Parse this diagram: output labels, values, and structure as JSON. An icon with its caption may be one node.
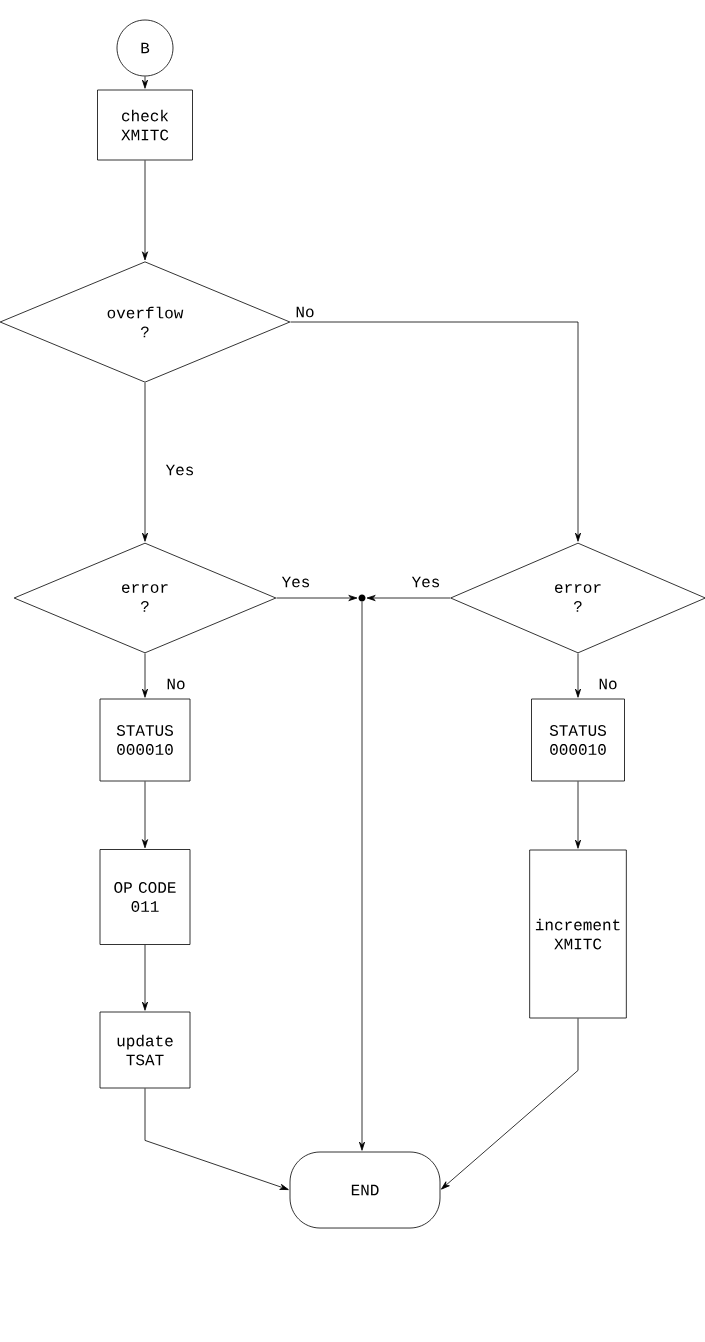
{
  "diagram": {
    "nodes": [
      {
        "text": [
          "B"
        ]
      },
      {
        "text": [
          "check XMITC"
        ]
      },
      {
        "text": [
          "overflow ?"
        ]
      },
      {
        "text": [
          "error ?"
        ]
      },
      {
        "text": [],
        "shape": "circle"
      },
      {
        "text": [
          "error ?"
        ]
      },
      {
        "text": [
          "STATUS 000010"
        ]
      },
      {
        "text": [
          "STATUS 000010"
        ]
      },
      {
        "text": [
          "OP CODE 011"
        ]
      },
      {
        "text": [
          "increment XMITC"
        ]
      },
      {
        "text": [
          "update TSAT"
        ]
      },
      {
        "text": [
          "END"
        ]
      }
    ],
    "edges": [
      {
        "from": 0,
        "to": 1,
        "arrow": "to"
      },
      {
        "from": 1,
        "to": 2,
        "arrow": "to"
      },
      {
        "from": 2,
        "to": 3,
        "arrow": "to",
        "label": "Yes"
      },
      {
        "from": 2,
        "to": 5,
        "arrow": "to",
        "label": "No"
      },
      {
        "from": 3,
        "to": 4,
        "arrow": "to",
        "label": "Yes"
      },
      {
        "from": 5,
        "to": 4,
        "arrow": "to",
        "label": "Yes"
      },
      {
        "from": 4,
        "to": 11,
        "arrow": "to"
      },
      {
        "from": 3,
        "to": 6,
        "arrow": "to",
        "label": "No"
      },
      {
        "from": 5,
        "to": 7,
        "arrow": "to",
        "label": "No"
      },
      {
        "from": 6,
        "to": 8,
        "arrow": "to"
      },
      {
        "from": 8,
        "to": 10,
        "arrow": "to"
      },
      {
        "from": 7,
        "to": 9,
        "arrow": "to"
      },
      {
        "from": 10,
        "to": 11,
        "arrow": "to"
      },
      {
        "from": 9,
        "to": 11,
        "arrow": "to"
      }
    ]
  }
}
